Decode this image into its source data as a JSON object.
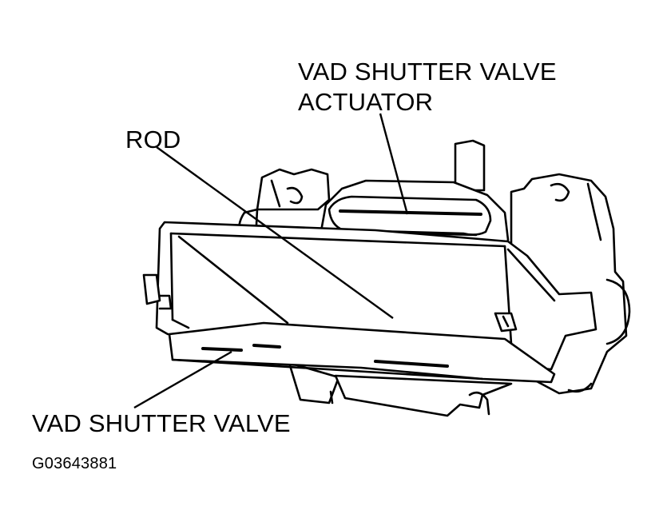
{
  "labels": {
    "actuator_line1": "VAD SHUTTER VALVE",
    "actuator_line2": "ACTUATOR",
    "rod": "ROD",
    "shutter_valve": "VAD SHUTTER VALVE",
    "figure_code": "G03643881"
  }
}
